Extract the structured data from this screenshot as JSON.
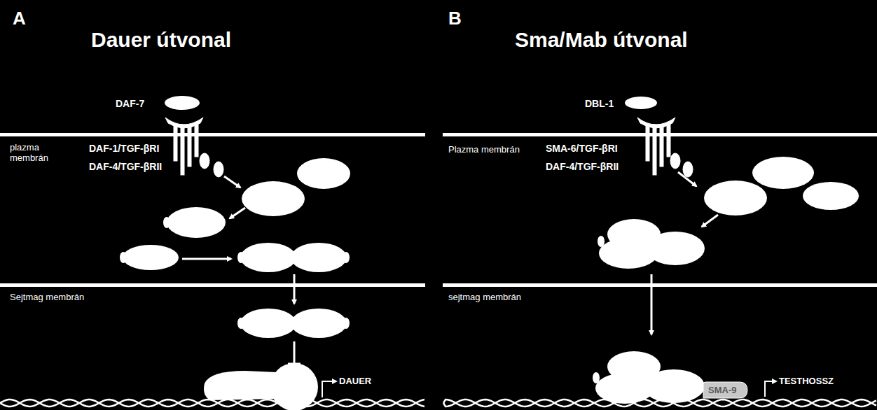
{
  "diagram": {
    "nodes": [
      {
        "text": [
          "SMA-9"
        ]
      }
    ],
    "labels": [
      "A",
      "Dauer útvonal",
      "DAF-7",
      "plazma membrán",
      "DAF-1/TGF-βRI",
      "DAF-4/TGF-βRII",
      "Sejtmag membrán",
      "DAUER",
      "B",
      "Sma/Mab útvonal",
      "DBL-1",
      "Plazma membrán",
      "SMA-6/TGF-βRI",
      "DAF-4/TGF-βRII",
      "sejtmag membrán",
      "TESTHOSSZ"
    ]
  }
}
